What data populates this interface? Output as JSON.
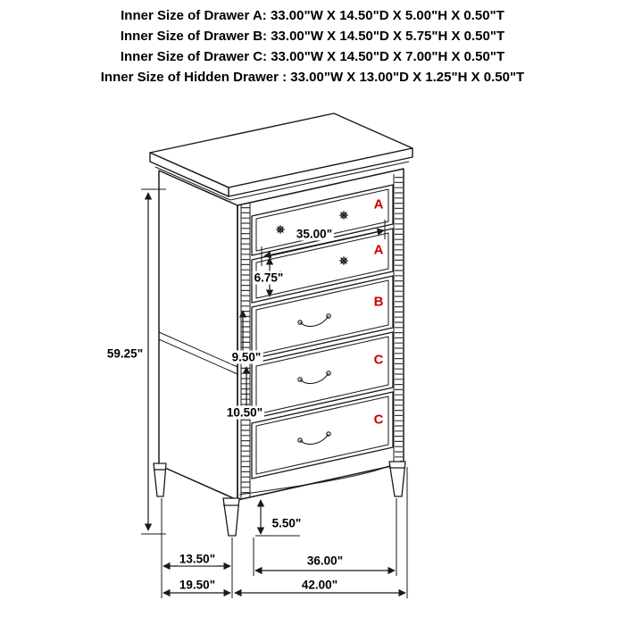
{
  "header": {
    "line1": "Inner Size of Drawer A: 33.00\"W X 14.50\"D X 5.00\"H X 0.50\"T",
    "line2": "Inner Size of Drawer B: 33.00\"W X 14.50\"D X 5.75\"H X 0.50\"T",
    "line3": "Inner Size of Drawer C: 33.00\"W X 14.50\"D X 7.00\"H X 0.50\"T",
    "line4": "Inner Size of Hidden Drawer : 33.00\"W X 13.00\"D X 1.25\"H X 0.50\"T"
  },
  "drawer_labels": {
    "a1": "A",
    "a2": "A",
    "b": "B",
    "c1": "C",
    "c2": "C"
  },
  "dimensions": {
    "overall_height": "59.25\"",
    "drawer_opening_width": "35.00\"",
    "drawer_a_front_height": "6.75\"",
    "drawer_b_front_height": "9.50\"",
    "drawer_c_front_height": "10.50\"",
    "leg_height": "5.50\"",
    "depth_inner": "13.50\"",
    "width_inner": "36.00\"",
    "depth_overall": "19.50\"",
    "width_overall": "42.00\""
  },
  "colors": {
    "label_red": "#cc0000",
    "line_black": "#1a1a1a",
    "background": "#ffffff"
  }
}
